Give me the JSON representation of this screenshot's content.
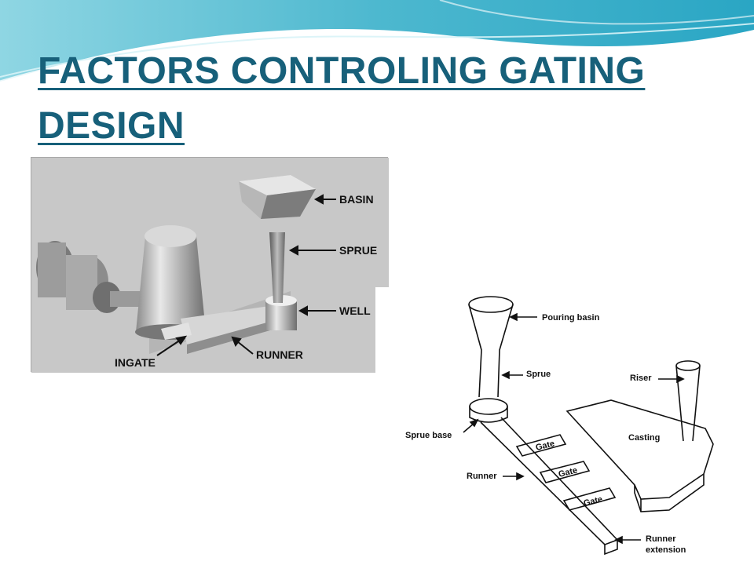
{
  "slide": {
    "title_line1": "FACTORS CONTROLING GATING",
    "title_line2": "DESIGN",
    "colors": {
      "title": "#17607a",
      "wave_main": "#5fc3d6",
      "wave_light": "#bfe9f0"
    }
  },
  "photo_diagram": {
    "labels": {
      "basin": "BASIN",
      "sprue": "SPRUE",
      "well": "WELL",
      "runner": "RUNNER",
      "ingate": "INGATE"
    }
  },
  "line_diagram": {
    "labels": {
      "pouring_basin": "Pouring basin",
      "sprue": "Sprue",
      "riser": "Riser",
      "sprue_base": "Sprue base",
      "casting": "Casting",
      "runner": "Runner",
      "gate_1": "Gate",
      "gate_2": "Gate",
      "gate_3": "Gate",
      "runner_extension_line1": "Runner",
      "runner_extension_line2": "extension"
    }
  }
}
